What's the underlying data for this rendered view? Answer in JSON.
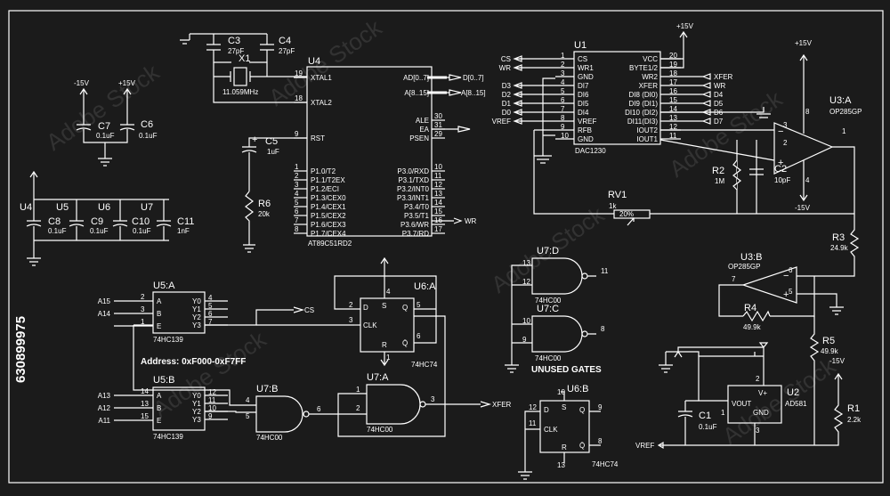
{
  "watermark": {
    "id": "630899975",
    "brand": "Adobe Stock"
  },
  "power": {
    "p15a": "-15V",
    "p15b": "+15V",
    "p15c": "+15V",
    "p15d": "+15V",
    "n15d": "-15V",
    "n15e": "-15V"
  },
  "decoupling": {
    "c7": {
      "ref": "C7",
      "value": "0.1uF"
    },
    "c6": {
      "ref": "C6",
      "value": "0.1uF"
    },
    "c8": {
      "ref": "C8",
      "value": "0.1uF",
      "chip": "U5"
    },
    "c9": {
      "ref": "C9",
      "value": "0.1uF",
      "chip": "U6"
    },
    "c10": {
      "ref": "C10",
      "value": "0.1uF",
      "chip": "U7"
    },
    "c11": {
      "ref": "C11",
      "value": "1nF"
    },
    "u4": "U4"
  },
  "osc": {
    "c3": {
      "ref": "C3",
      "value": "27pF"
    },
    "c4": {
      "ref": "C4",
      "value": "27pF"
    },
    "x1": {
      "ref": "X1",
      "value": "11.059MHz"
    }
  },
  "reset": {
    "c5": {
      "ref": "C5",
      "value": "1uF"
    },
    "r6": {
      "ref": "R6",
      "value": "20k"
    }
  },
  "u4": {
    "ref": "U4",
    "part": "AT89C51RD2",
    "left_pins": [
      {
        "num": "19",
        "name": "XTAL1"
      },
      {
        "num": "18",
        "name": "XTAL2"
      },
      {
        "num": "9",
        "name": "RST"
      },
      {
        "num": "1",
        "name": "P1.0/T2"
      },
      {
        "num": "2",
        "name": "P1.1/T2EX"
      },
      {
        "num": "3",
        "name": "P1.2/ECI"
      },
      {
        "num": "4",
        "name": "P1.3/CEX0"
      },
      {
        "num": "5",
        "name": "P1.4/CEX1"
      },
      {
        "num": "6",
        "name": "P1.5/CEX2"
      },
      {
        "num": "7",
        "name": "P1.6/CEX3"
      },
      {
        "num": "8",
        "name": "P1.7/CEX4"
      }
    ],
    "right_pins": [
      {
        "name": "AD[0..7]",
        "bus": "D[0..7]"
      },
      {
        "name": "A[8..15]",
        "bus": "A[8..15]"
      },
      {
        "num": "30",
        "name": "ALE"
      },
      {
        "num": "31",
        "name": "EA"
      },
      {
        "num": "29",
        "name": "PSEN"
      },
      {
        "num": "10",
        "name": "P3.0/RXD"
      },
      {
        "num": "11",
        "name": "P3.1/TXD"
      },
      {
        "num": "12",
        "name": "P3.2/INT0"
      },
      {
        "num": "13",
        "name": "P3.3/INT1"
      },
      {
        "num": "14",
        "name": "P3.4/T0"
      },
      {
        "num": "15",
        "name": "P3.5/T1"
      },
      {
        "num": "16",
        "name": "P3.6/WR"
      },
      {
        "num": "17",
        "name": "P3.7/RD"
      }
    ],
    "wr_net": "WR"
  },
  "u1": {
    "ref": "U1",
    "part": "DAC1230",
    "left_pins": [
      {
        "num": "1",
        "name": "CS",
        "net": "CS"
      },
      {
        "num": "2",
        "name": "WR1",
        "net": "WR"
      },
      {
        "num": "3",
        "name": "GND",
        "net": ""
      },
      {
        "num": "4",
        "name": "DI7",
        "net": "D3"
      },
      {
        "num": "5",
        "name": "DI6",
        "net": "D2"
      },
      {
        "num": "6",
        "name": "DI5",
        "net": "D1"
      },
      {
        "num": "7",
        "name": "DI4",
        "net": "D0"
      },
      {
        "num": "8",
        "name": "VREF",
        "net": "VREF"
      },
      {
        "num": "9",
        "name": "RFB",
        "net": ""
      },
      {
        "num": "10",
        "name": "GND",
        "net": ""
      }
    ],
    "right_pins": [
      {
        "num": "20",
        "name": "VCC",
        "net": ""
      },
      {
        "num": "19",
        "name": "BYTE1/2",
        "net": ""
      },
      {
        "num": "18",
        "name": "WR2",
        "net": "XFER"
      },
      {
        "num": "17",
        "name": "XFER",
        "net": "WR"
      },
      {
        "num": "16",
        "name": "DI8 (DI0)",
        "net": "D4"
      },
      {
        "num": "15",
        "name": "DI9 (DI1)",
        "net": "D5"
      },
      {
        "num": "14",
        "name": "DI10 (DI2)",
        "net": "D6"
      },
      {
        "num": "13",
        "name": "DI11(DI3)",
        "net": "D7"
      },
      {
        "num": "12",
        "name": "IOUT2",
        "net": ""
      },
      {
        "num": "11",
        "name": "IOUT1",
        "net": ""
      }
    ]
  },
  "u3a": {
    "ref": "U3:A",
    "part": "OP285GP",
    "pins": [
      "8",
      "3",
      "2",
      "1",
      "4"
    ]
  },
  "u3b": {
    "ref": "U3:B",
    "part": "OP285GP",
    "pins": [
      "7",
      "6",
      "5"
    ]
  },
  "r2": {
    "ref": "R2",
    "value": "1M"
  },
  "c2": {
    "ref": "C2",
    "value": "10pF"
  },
  "rv1": {
    "ref": "RV1",
    "value": "1k",
    "pct": "20%"
  },
  "r3": {
    "ref": "R3",
    "value": "24.9k"
  },
  "r4": {
    "ref": "R4",
    "value": "49.9k"
  },
  "r5": {
    "ref": "R5",
    "value": "49.9k"
  },
  "r1": {
    "ref": "R1",
    "value": "2.2k"
  },
  "u2": {
    "ref": "U2",
    "part": "AD581",
    "vplus": "V+",
    "vout": "VOUT",
    "gnd": "GND",
    "pins": [
      "2",
      "1",
      "3"
    ]
  },
  "c1": {
    "ref": "C1",
    "value": "0.1uF"
  },
  "vref_net": "VREF",
  "u5a": {
    "ref": "U5:A",
    "part": "74HC139",
    "inputs": [
      [
        "A15",
        "2",
        "A"
      ],
      [
        "A14",
        "3",
        "B"
      ],
      [
        "",
        "1",
        "E"
      ]
    ],
    "outputs": [
      [
        "4",
        "Y0"
      ],
      [
        "5",
        "Y1"
      ],
      [
        "6",
        "Y2"
      ],
      [
        "7",
        "Y3"
      ]
    ],
    "out_net": "CS"
  },
  "u5b": {
    "ref": "U5:B",
    "part": "74HC139",
    "inputs": [
      [
        "A13",
        "14",
        "A"
      ],
      [
        "A12",
        "13",
        "B"
      ],
      [
        "A11",
        "15",
        "E"
      ]
    ],
    "outputs": [
      [
        "12",
        "Y0"
      ],
      [
        "11",
        "Y1"
      ],
      [
        "10",
        "Y2"
      ],
      [
        "9",
        "Y3"
      ]
    ]
  },
  "address_note": "Address: 0xF000-0xF7FF",
  "u6a": {
    "ref": "U6:A",
    "part": "74HC74",
    "pins": {
      "d": "2",
      "s": "4",
      "q": "5",
      "clk": "3",
      "r": "1",
      "qn": "6"
    },
    "labels": [
      "D",
      "S",
      "Q",
      "CLK",
      "R",
      "Q̄"
    ]
  },
  "u6b": {
    "ref": "U6:B",
    "part": "74HC74",
    "pins": {
      "d": "12",
      "s": "10",
      "q": "9",
      "clk": "11",
      "r": "13",
      "qn": "8"
    },
    "labels": [
      "D",
      "S",
      "Q",
      "CLK",
      "R",
      "Q̄"
    ]
  },
  "u7b": {
    "ref": "U7:B",
    "part": "74HC00",
    "pins": [
      "4",
      "5",
      "6"
    ]
  },
  "u7a": {
    "ref": "U7:A",
    "part": "74HC00",
    "pins": [
      "1",
      "2",
      "3"
    ],
    "out_net": "XFER"
  },
  "u7d": {
    "ref": "U7:D",
    "part": "74HC00",
    "pins": [
      "13",
      "12",
      "11"
    ]
  },
  "u7c": {
    "ref": "U7:C",
    "part": "74HC00",
    "pins": [
      "10",
      "9",
      "8"
    ]
  },
  "unused": "UNUSED GATES"
}
